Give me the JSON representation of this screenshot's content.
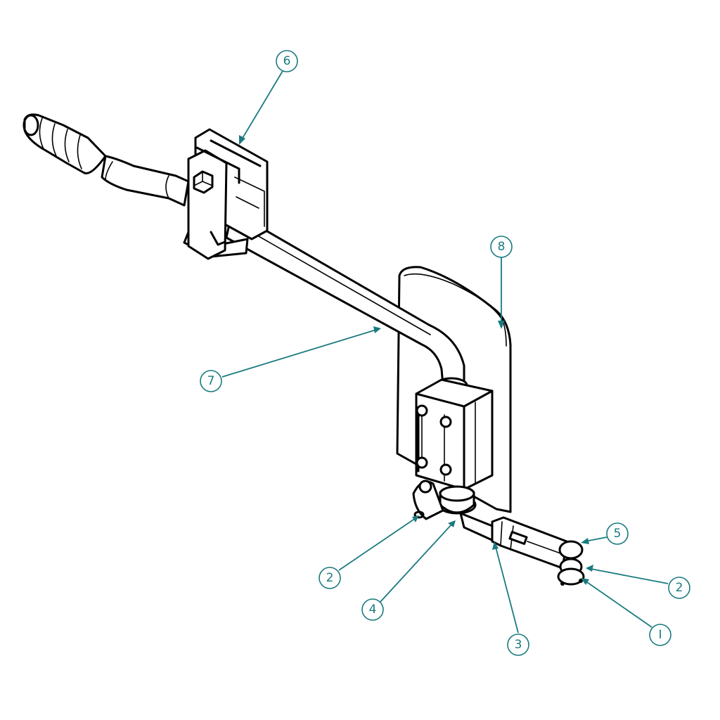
{
  "balloons": [
    {
      "id": "b6",
      "label": "6"
    },
    {
      "id": "b8",
      "label": "8"
    },
    {
      "id": "b7",
      "label": "7"
    },
    {
      "id": "b5",
      "label": "5"
    },
    {
      "id": "b2a",
      "label": "2"
    },
    {
      "id": "b2b",
      "label": "2"
    },
    {
      "id": "b4",
      "label": "4"
    },
    {
      "id": "b3",
      "label": "3"
    },
    {
      "id": "b1",
      "label": "I"
    }
  ],
  "colors": {
    "callout": "#1a7a7f",
    "line": "#000000",
    "background": "#ffffff"
  }
}
